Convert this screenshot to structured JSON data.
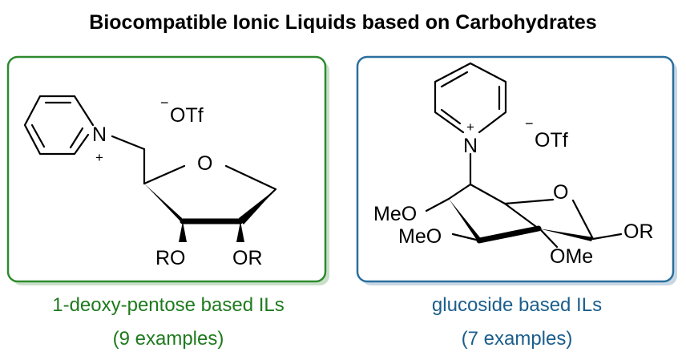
{
  "title": "Biocompatible Ionic Liquids based on Carbohydrates",
  "panels": [
    {
      "caption": "1-deoxy-pentose based ILs",
      "count": "(9 examples)",
      "border_color": "#2e8b2e",
      "text_color": "#1e7a1e",
      "labels": {
        "nitrogen": "N",
        "plus": "+",
        "anion_charge": "−",
        "anion": "OTf",
        "ring_oxygen": "O",
        "left_sub": "RO",
        "right_sub": "OR"
      }
    },
    {
      "caption": "glucoside based ILs",
      "count": "(7 examples)",
      "border_color": "#2a6f9e",
      "text_color": "#1b5e8c",
      "labels": {
        "nitrogen": "N",
        "plus": "+",
        "anion_charge": "−",
        "anion": "OTf",
        "ring_oxygen": "O",
        "meo1": "MeO",
        "meo2": "MeO",
        "ome": "OMe",
        "or": "OR"
      }
    }
  ]
}
